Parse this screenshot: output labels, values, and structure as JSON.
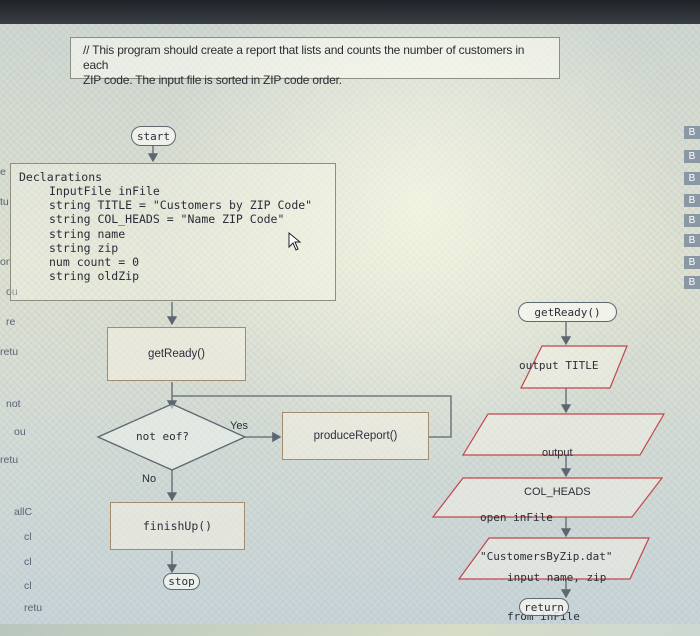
{
  "note": {
    "line1": "// This program should create a report that lists and counts the number of customers in each",
    "line2": "ZIP code. The input file is sorted in ZIP code order."
  },
  "main": {
    "start": "start",
    "declarations_title": "Declarations",
    "declarations": [
      "InputFile inFile",
      "string TITLE = \"Customers by ZIP Code\"",
      "string COL_HEADS = \"Name ZIP Code\"",
      "string name",
      "string zip",
      "num count = 0",
      "string oldZip"
    ],
    "get_ready": "getReady()",
    "decision": "not eof?",
    "yes_label": "Yes",
    "no_label": "No",
    "produce_report": "produceReport()",
    "finish_up": "finishUp()",
    "stop": "stop"
  },
  "get_ready_module": {
    "header": "getReady()",
    "output_title": "output TITLE",
    "output_col_heads_1": "output",
    "output_col_heads_2": "COL_HEADS",
    "open_file_1": "open inFile",
    "open_file_2": "\"CustomersByZip.dat\"",
    "input_1": "input name, zip",
    "input_2": "from inFile",
    "return": "return"
  },
  "background_fragments": {
    "left": [
      "e",
      "tu",
      "on",
      "ou",
      "re",
      "retu",
      "not",
      "ou",
      "retu",
      "allC",
      "cl",
      "cl",
      "cl",
      "retu"
    ],
    "right": [
      "B",
      "B",
      "B",
      "B",
      "B",
      "B",
      "B",
      "B"
    ]
  },
  "colors": {
    "line": "#5c6770",
    "process_border": "#a38b6e",
    "io_border": "#c0474d"
  }
}
